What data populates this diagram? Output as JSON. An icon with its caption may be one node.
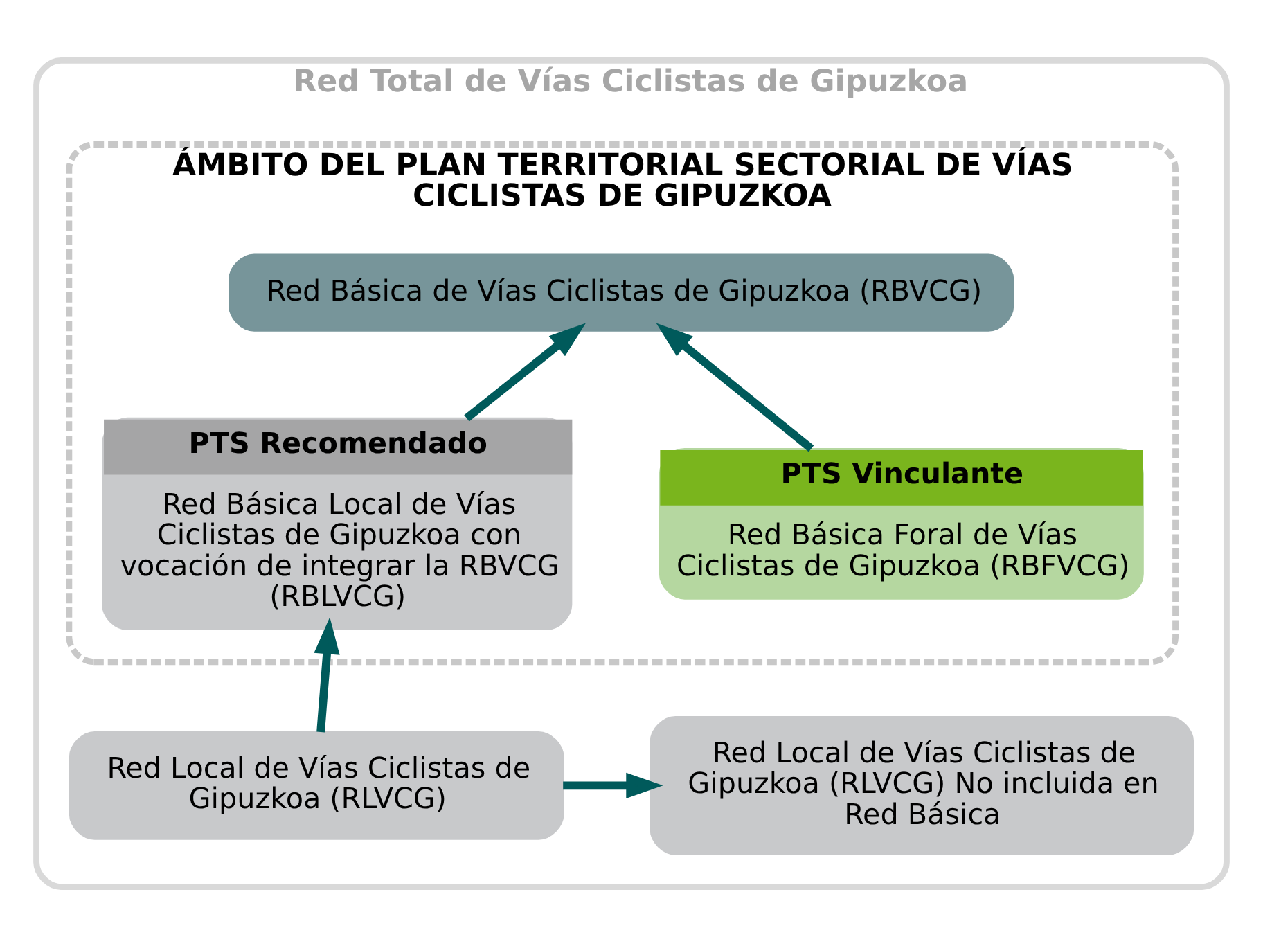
{
  "diagram": {
    "nodes": [
      {
        "text": [
          "Red Total de Vías Ciclistas de Gipuzkoa"
        ]
      },
      {
        "text": [
          "ÁMBITO DEL PLAN TERRITORIAL SECTORIAL DE VÍAS CICLISTAS DE GIPUZKOA"
        ],
        "in": 0
      },
      {
        "text": [
          "Red Básica de Vías Ciclistas de Gipuzkoa (RBVCG)"
        ],
        "in": 1
      },
      {
        "text": [
          "PTS Vinculante",
          "Red Básica Foral de Vías Ciclistas de Gipuzkoa (RBFVCG)"
        ],
        "in": 1
      },
      {
        "text": [
          "PTS Recomendado",
          "Red Básica Local de Vías Ciclistas de Gipuzkoa con vocación de integrar la RBVCG (RBLVCG)"
        ],
        "in": 1
      },
      {
        "text": [
          "Red Local de Vías Ciclistas de Gipuzkoa (RLVCG)"
        ],
        "in": 0
      },
      {
        "text": [
          "Red Local de Vías Ciclistas de Gipuzkoa (RLVCG) No incluida en Red Básica"
        ],
        "in": 0
      }
    ],
    "edges": [
      {
        "from": 3,
        "to": 2,
        "arrow": "to"
      },
      {
        "from": 4,
        "to": 2,
        "arrow": "to"
      },
      {
        "from": 5,
        "to": 4,
        "arrow": "to"
      },
      {
        "from": 5,
        "to": 6,
        "arrow": "to"
      }
    ]
  }
}
